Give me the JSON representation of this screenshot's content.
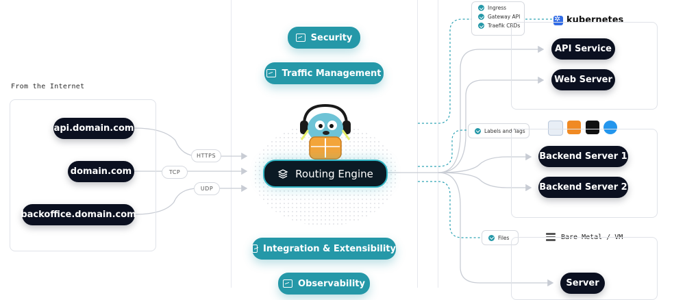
{
  "inputs": {
    "section_label": "From the Internet",
    "domains": [
      "api.domain.com",
      "domain.com",
      "backoffice.domain.com"
    ],
    "protocols": [
      "HTTPS",
      "TCP",
      "UDP"
    ]
  },
  "features_top": [
    "Security",
    "Traffic Management"
  ],
  "routing_engine": "Routing Engine",
  "features_bottom": [
    "Integration & Extensibility",
    "Observability"
  ],
  "providers": {
    "kubernetes": {
      "tags": [
        "Ingress",
        "Gateway API",
        "Traefik CRDs"
      ],
      "label": "kubernetes",
      "services": [
        "API Service",
        "Web Server"
      ]
    },
    "containers": {
      "tag": "Labels and Tags",
      "services": [
        "Backend Server 1",
        "Backend Server 2"
      ],
      "logos": [
        "swarm-logo",
        "ecs-logo",
        "nomad-logo",
        "docker-logo"
      ]
    },
    "bare_metal": {
      "tag": "Files",
      "label": "Bare Metal / VM",
      "services": [
        "Server"
      ]
    }
  },
  "colors": {
    "dark_pill": "#0b1020",
    "teal": "#2598a8",
    "wire": "#c8ccd4",
    "dashed": "#2fa3b5"
  }
}
